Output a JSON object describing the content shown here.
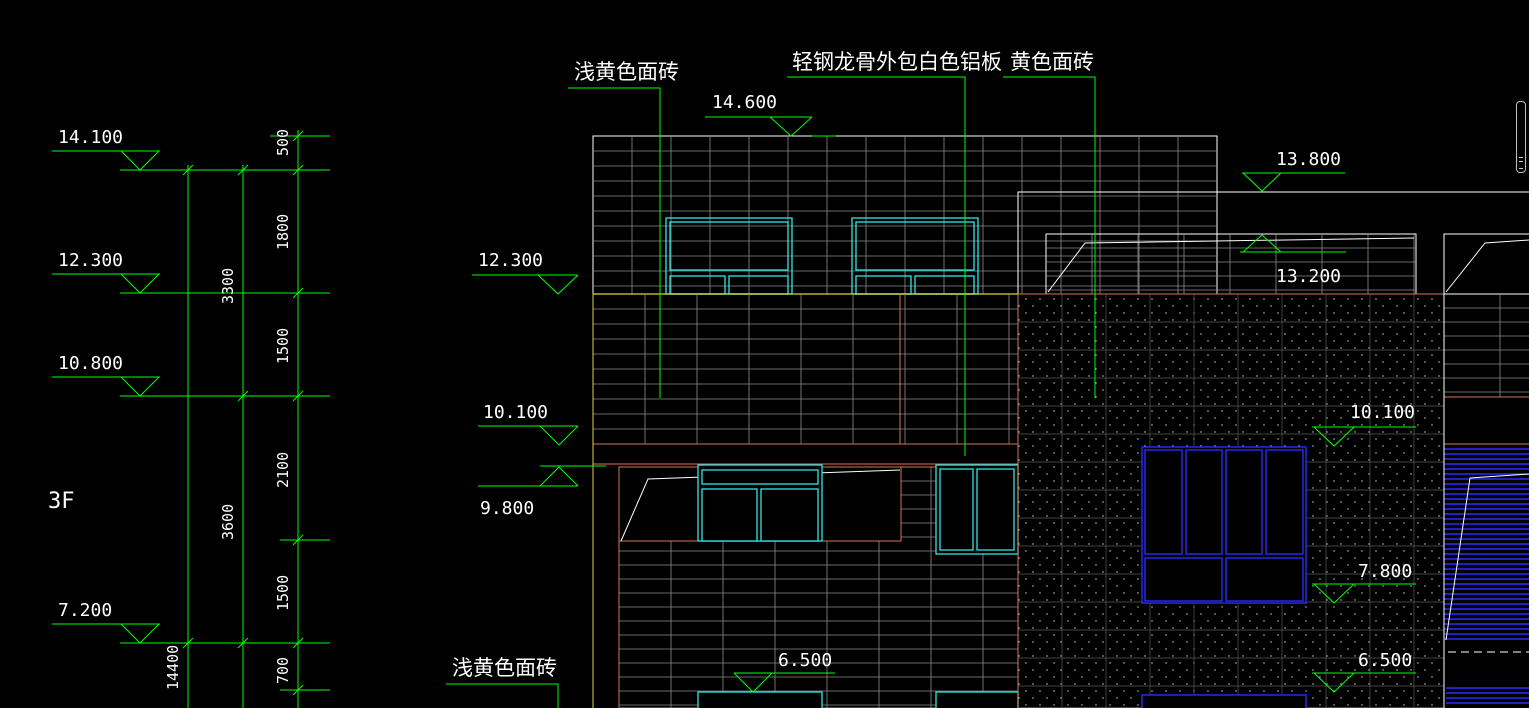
{
  "drawing": {
    "floor_label": "3F",
    "colors": {
      "background": "#000000",
      "dimension_green": "#00ff00",
      "grid_gray": "#8c8c8c",
      "outline_white": "#ffffff",
      "window_cyan": "#2ee6e6",
      "window_blue": "#2a2aff",
      "orange_brick": "#d27a4a",
      "yellow_line": "#e0d040"
    },
    "level_marks_left": [
      "14.100",
      "12.300",
      "10.800",
      "7.200"
    ],
    "dimensions_left": {
      "segments": [
        "500",
        "1800",
        "1500",
        "2100",
        "1500",
        "700"
      ],
      "groups": [
        "3300",
        "3600"
      ],
      "total": "14400"
    },
    "level_marks_elevation": {
      "top": "14.600",
      "roof_right": "13.800",
      "parapet_right": "13.200",
      "left_12300": "12.300",
      "left_10100": "10.100",
      "left_9800": "9.800",
      "right_10100": "10.100",
      "right_7800": "7.800",
      "right_6500": "6.500",
      "mid_6500": "6.500"
    },
    "annotations": {
      "light_yellow_tile_top": "浅黄色面砖",
      "steel_keel_aluminum": "轻钢龙骨外包白色铝板",
      "yellow_tile": "黄色面砖",
      "light_yellow_tile_bottom": "浅黄色面砖"
    }
  }
}
